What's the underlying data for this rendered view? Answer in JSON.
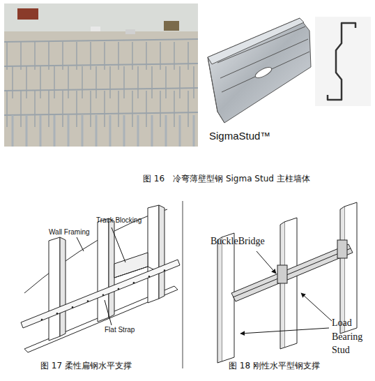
{
  "diagram": {
    "labels": [
      "SigmaStud™",
      "图 16　冷弯薄壁型钢 Sigma Stud 主柱墙体",
      "Track Blocking",
      "Wall Framing",
      "Flat Strap",
      "图 17 柔性扁钢水平支撑",
      "BuckleBridge",
      "Load Bearing Stud",
      "图 18 刚性水平型钢支撑"
    ]
  }
}
